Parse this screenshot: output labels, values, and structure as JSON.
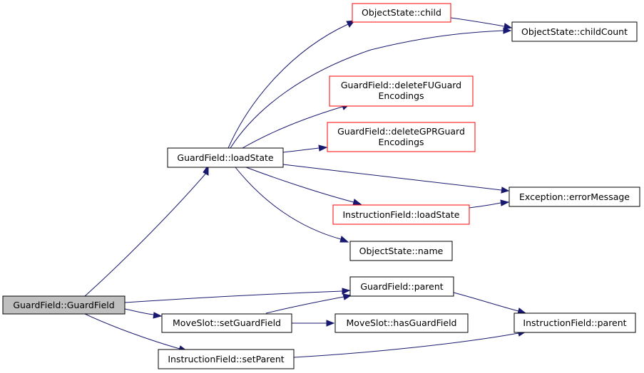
{
  "colors": {
    "edge": "#191970",
    "node_border_normal": "#000000",
    "node_border_truncated": "#ff0000",
    "node_fill_normal": "#ffffff",
    "node_fill_root": "#bfbfbf"
  },
  "nodes": {
    "guardfield_guardfield": {
      "lines": [
        "GuardField::GuardField"
      ],
      "kind": "root"
    },
    "guardfield_loadstate": {
      "lines": [
        "GuardField::loadState"
      ],
      "kind": "normal"
    },
    "objectstate_child": {
      "lines": [
        "ObjectState::child"
      ],
      "kind": "truncated"
    },
    "objectstate_childcount": {
      "lines": [
        "ObjectState::childCount"
      ],
      "kind": "normal"
    },
    "guardfield_deletefuguard": {
      "lines": [
        "GuardField::deleteFUGuard",
        "Encodings"
      ],
      "kind": "truncated"
    },
    "guardfield_deletegprguard": {
      "lines": [
        "GuardField::deleteGPRGuard",
        "Encodings"
      ],
      "kind": "truncated"
    },
    "exception_errormessage": {
      "lines": [
        "Exception::errorMessage"
      ],
      "kind": "normal"
    },
    "instructionfield_loadstate": {
      "lines": [
        "InstructionField::loadState"
      ],
      "kind": "truncated"
    },
    "objectstate_name": {
      "lines": [
        "ObjectState::name"
      ],
      "kind": "normal"
    },
    "guardfield_parent": {
      "lines": [
        "GuardField::parent"
      ],
      "kind": "normal"
    },
    "moveslot_setguardfield": {
      "lines": [
        "MoveSlot::setGuardField"
      ],
      "kind": "normal"
    },
    "moveslot_hasguardfield": {
      "lines": [
        "MoveSlot::hasGuardField"
      ],
      "kind": "normal"
    },
    "instructionfield_parent": {
      "lines": [
        "InstructionField::parent"
      ],
      "kind": "normal"
    },
    "instructionfield_setparent": {
      "lines": [
        "InstructionField::setParent"
      ],
      "kind": "normal"
    }
  },
  "edges": [
    {
      "from": "guardfield_guardfield",
      "to": "guardfield_loadstate"
    },
    {
      "from": "guardfield_guardfield",
      "to": "guardfield_parent"
    },
    {
      "from": "guardfield_guardfield",
      "to": "moveslot_setguardfield"
    },
    {
      "from": "guardfield_guardfield",
      "to": "instructionfield_setparent"
    },
    {
      "from": "guardfield_loadstate",
      "to": "objectstate_child"
    },
    {
      "from": "guardfield_loadstate",
      "to": "objectstate_childcount"
    },
    {
      "from": "guardfield_loadstate",
      "to": "guardfield_deletefuguard"
    },
    {
      "from": "guardfield_loadstate",
      "to": "guardfield_deletegprguard"
    },
    {
      "from": "guardfield_loadstate",
      "to": "exception_errormessage"
    },
    {
      "from": "guardfield_loadstate",
      "to": "instructionfield_loadstate"
    },
    {
      "from": "guardfield_loadstate",
      "to": "objectstate_name"
    },
    {
      "from": "objectstate_child",
      "to": "objectstate_childcount"
    },
    {
      "from": "instructionfield_loadstate",
      "to": "exception_errormessage"
    },
    {
      "from": "guardfield_parent",
      "to": "instructionfield_parent"
    },
    {
      "from": "moveslot_setguardfield",
      "to": "guardfield_parent"
    },
    {
      "from": "moveslot_setguardfield",
      "to": "moveslot_hasguardfield"
    },
    {
      "from": "instructionfield_setparent",
      "to": "instructionfield_parent"
    }
  ]
}
